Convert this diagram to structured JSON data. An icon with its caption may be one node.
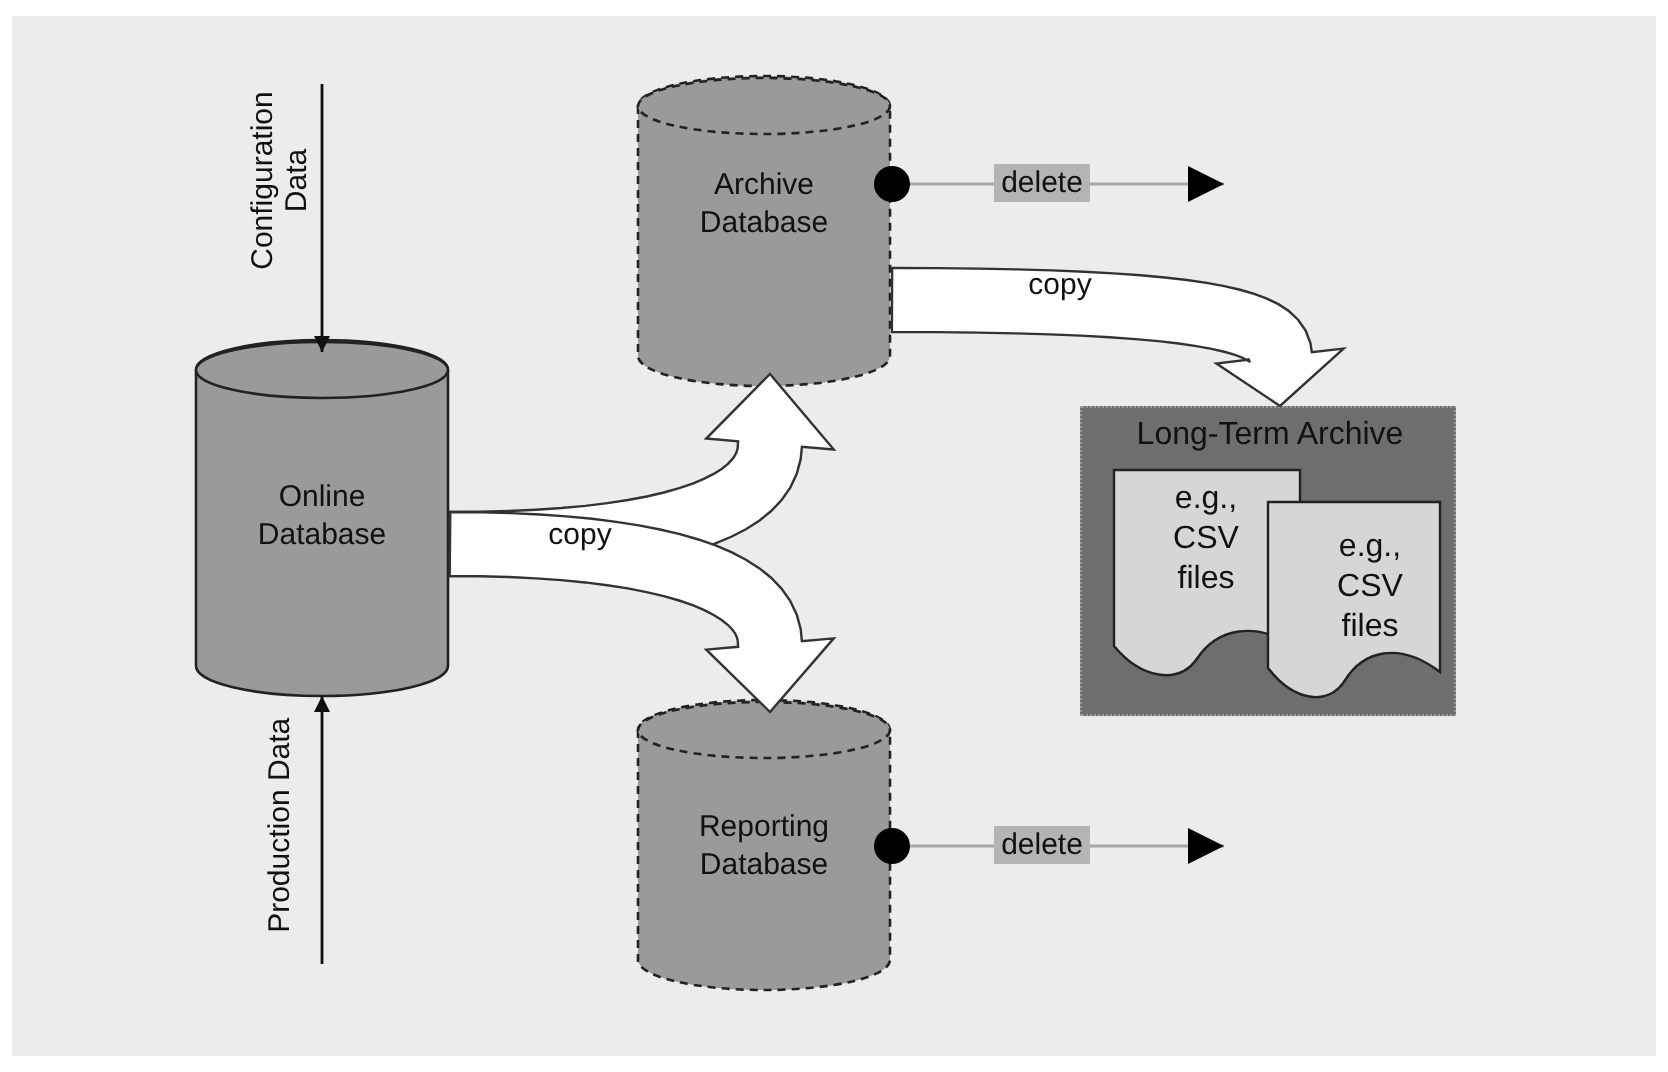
{
  "diagram": {
    "nodes": [
      {
        "text": [
          "Online Database"
        ]
      },
      {
        "text": [
          "Archive Database"
        ]
      },
      {
        "text": [
          "Reporting Database"
        ]
      },
      {
        "text": [
          "Long-Term Archive"
        ]
      },
      {
        "text": [
          "e.g., CSV files"
        ],
        "in": 3
      },
      {
        "text": [
          "e.g., CSV files"
        ],
        "in": 3
      }
    ],
    "edges": [
      {
        "from": null,
        "to": 0,
        "arrow": "to",
        "label": "Configuration Data"
      },
      {
        "from": null,
        "to": 0,
        "arrow": "to",
        "label": "Production Data"
      },
      {
        "from": 0,
        "to": 1,
        "arrow": "to",
        "label": "copy",
        "style": "thick"
      },
      {
        "from": 0,
        "to": 2,
        "arrow": "to",
        "style": "thick"
      },
      {
        "from": 1,
        "to": 3,
        "arrow": "to",
        "label": "copy",
        "style": "thick"
      },
      {
        "from": 1,
        "to": null,
        "arrow": "to",
        "label": "delete",
        "color": "#a6a6a6"
      },
      {
        "from": 2,
        "to": null,
        "arrow": "to",
        "label": "delete",
        "color": "#a6a6a6"
      }
    ]
  }
}
